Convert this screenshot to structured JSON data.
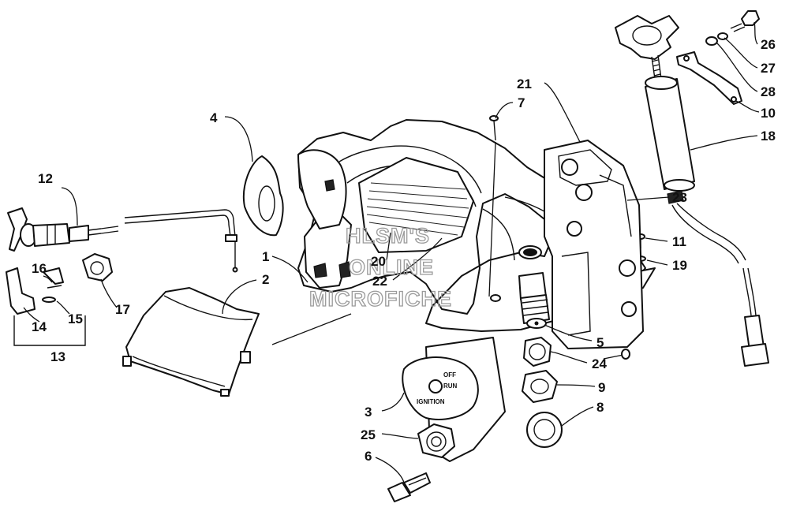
{
  "watermark": {
    "line1": "HLSM'S",
    "line2": "ONLINE",
    "line3": "MICROFICHE"
  },
  "ignition": {
    "off": "OFF",
    "run": "RUN",
    "ignition": "IGNITION"
  },
  "callouts": {
    "c1": "1",
    "c2": "2",
    "c3": "3",
    "c4": "4",
    "c5": "5",
    "c6": "6",
    "c7": "7",
    "c8": "8",
    "c9": "9",
    "c10": "10",
    "c11": "11",
    "c12": "12",
    "c13": "13",
    "c14": "14",
    "c15": "15",
    "c16": "16",
    "c17": "17",
    "c18": "18",
    "c19": "19",
    "c20": "20",
    "c21": "21",
    "c22": "22",
    "c23": "23",
    "c24": "24",
    "c25": "25",
    "c26": "26",
    "c27": "27",
    "c28": "28"
  }
}
